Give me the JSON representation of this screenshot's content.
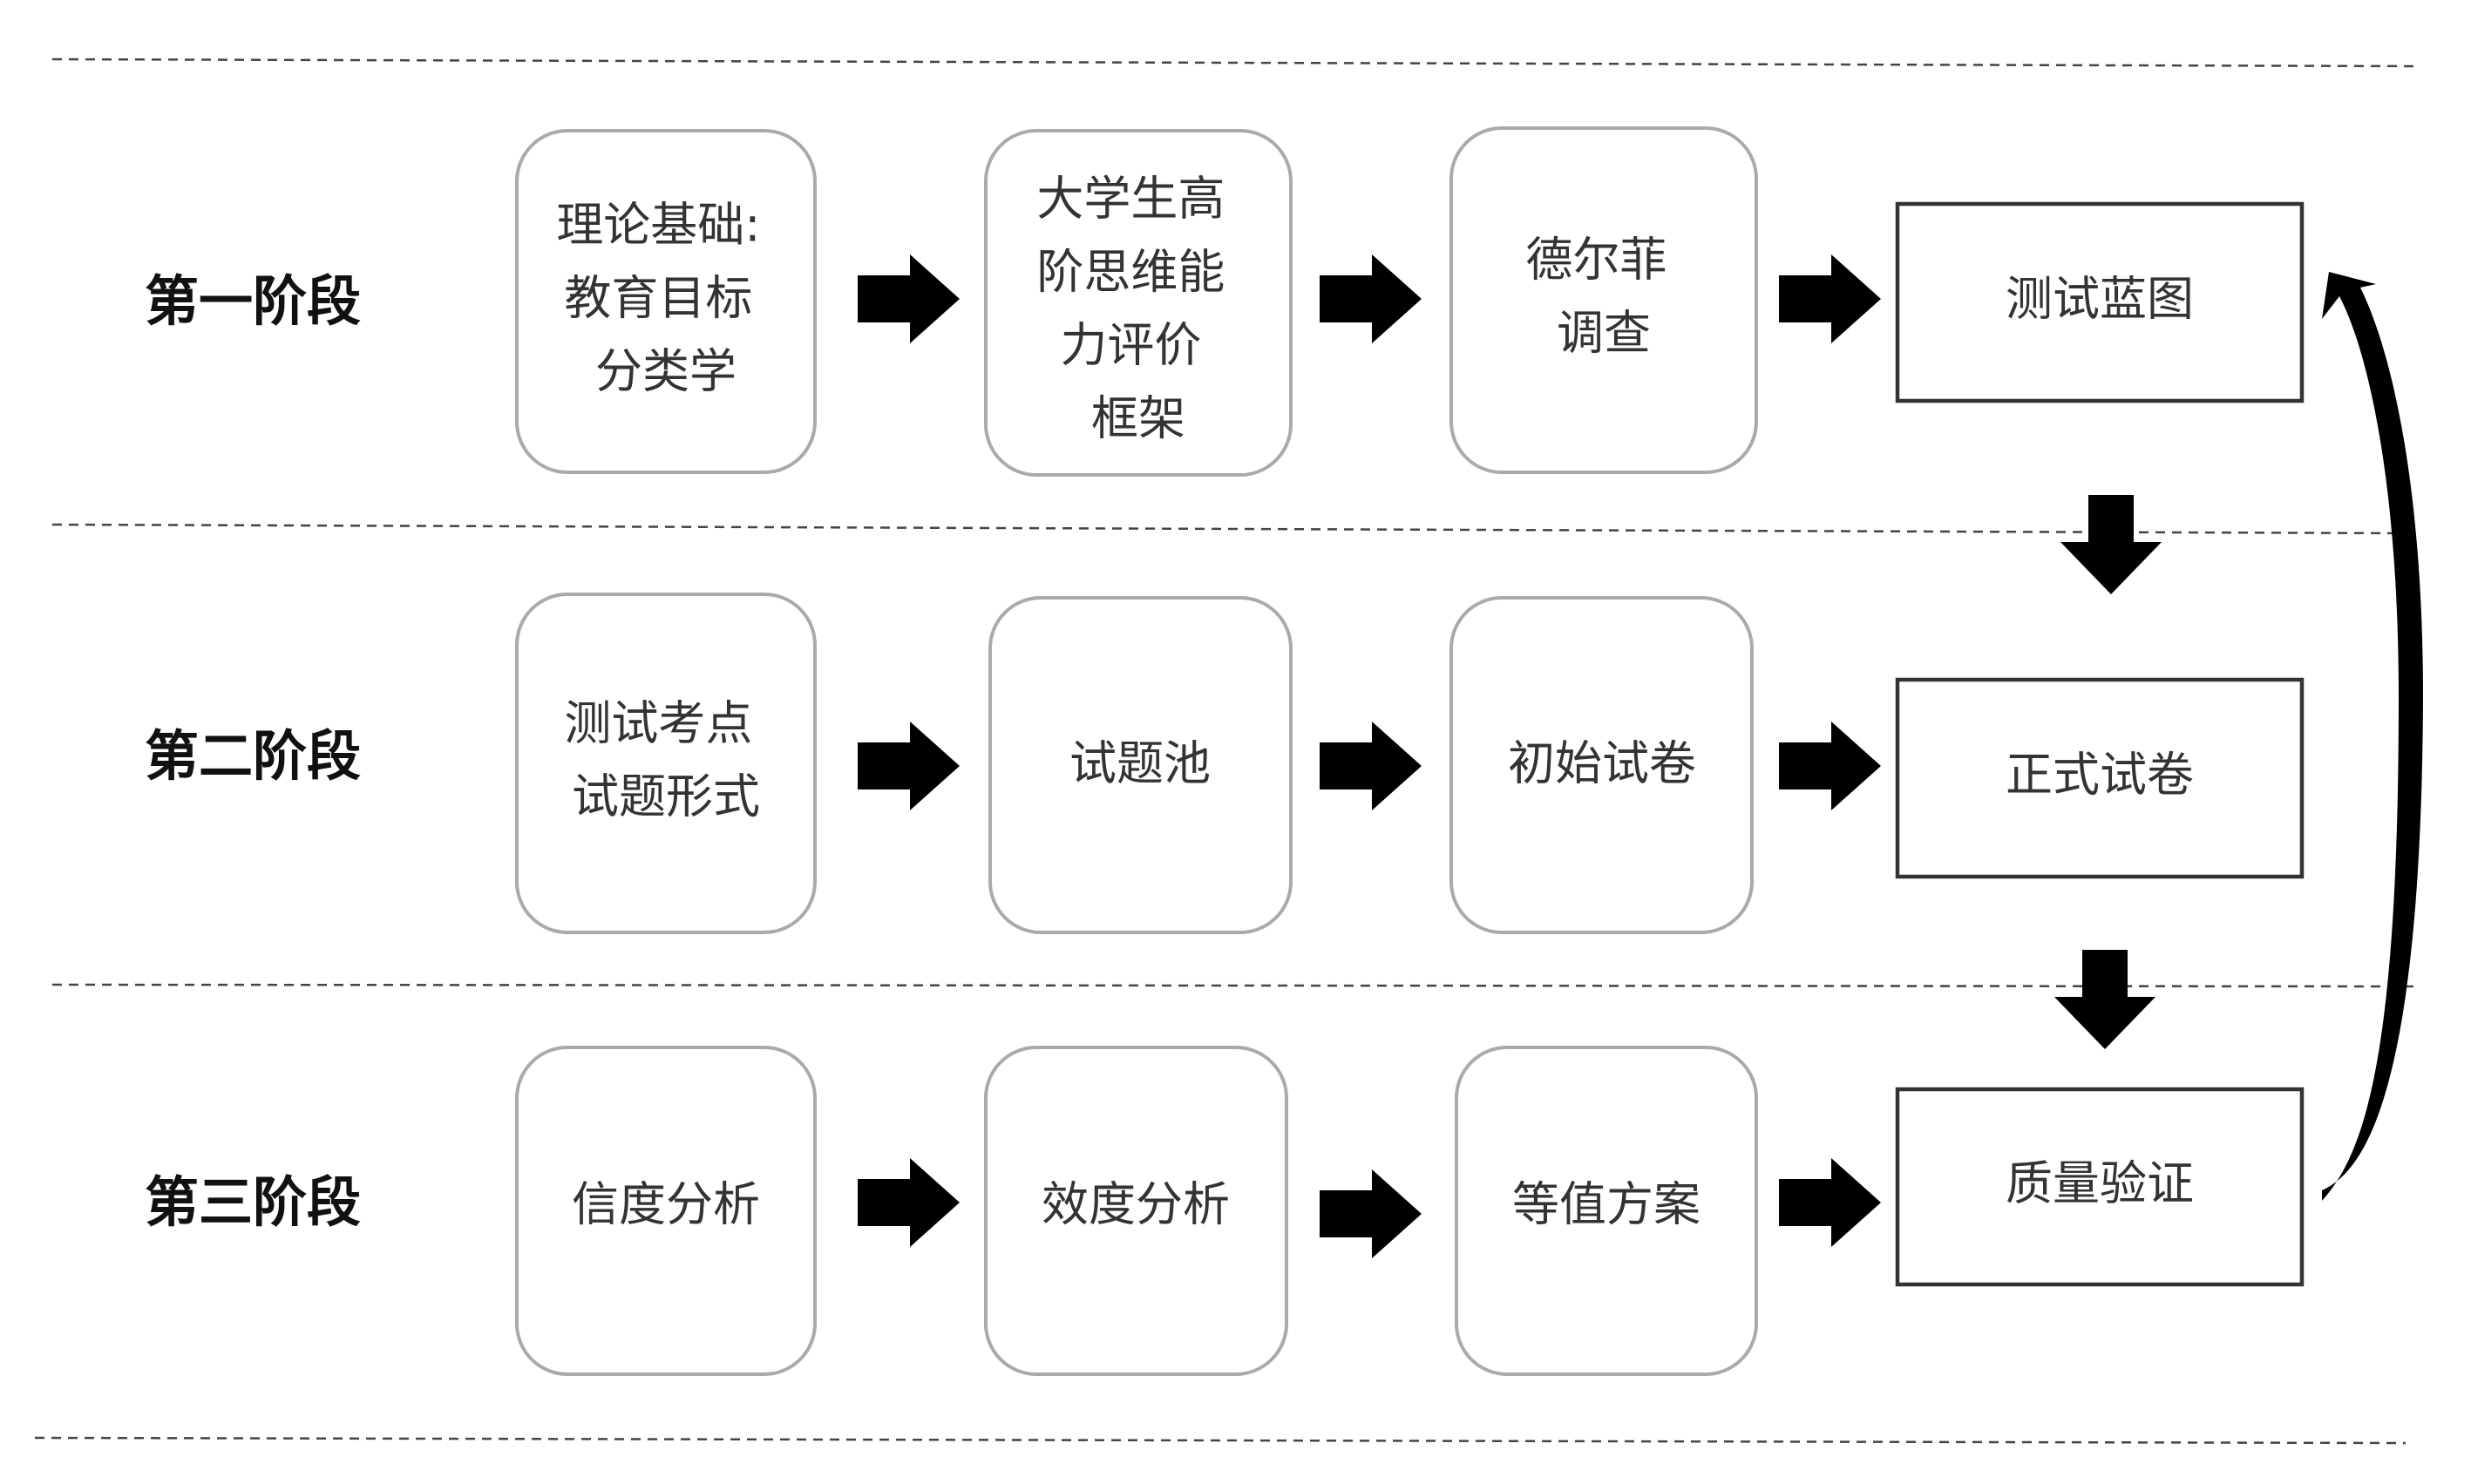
{
  "colors": {
    "rounded_box_border": "#aaaaaa",
    "rect_box_border": "#333333",
    "arrow": "#000000",
    "text": "#333333",
    "stage_label": "#111111",
    "divider": "#444444"
  },
  "stages": [
    {
      "label": "第一阶段",
      "steps": [
        {
          "lines": [
            "理论基础:",
            "教育目标",
            "分类学"
          ]
        },
        {
          "lines": [
            "大学生高",
            "阶思维能",
            "力评价",
            "框架"
          ]
        },
        {
          "lines": [
            "德尔菲",
            "调查"
          ]
        }
      ],
      "result": "测试蓝图"
    },
    {
      "label": "第二阶段",
      "steps": [
        {
          "lines": [
            "测试考点",
            "试题形式"
          ]
        },
        {
          "lines": [
            "试题池"
          ]
        },
        {
          "lines": [
            "初始试卷"
          ]
        }
      ],
      "result": "正式试卷"
    },
    {
      "label": "第三阶段",
      "steps": [
        {
          "lines": [
            "信度分析"
          ]
        },
        {
          "lines": [
            "效度分析"
          ]
        },
        {
          "lines": [
            "等值方案"
          ]
        }
      ],
      "result": "质量验证"
    }
  ]
}
